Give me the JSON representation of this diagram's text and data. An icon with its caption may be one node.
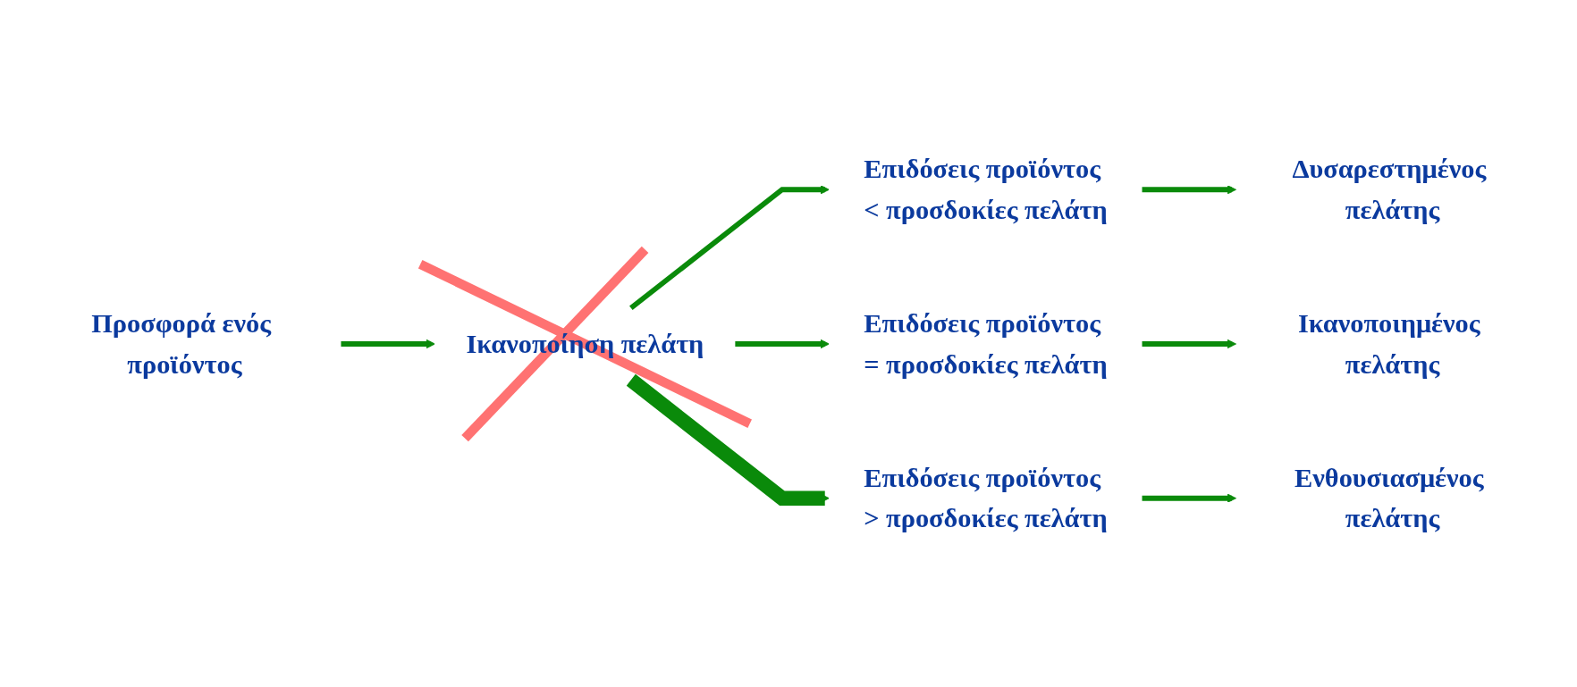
{
  "diagram": {
    "nodes": [
      {
        "text": [
          "Προσφορά ενός προϊόντος"
        ]
      },
      {
        "text": [
          "Ικανοποίηση πελάτη"
        ]
      },
      {
        "text": [
          "Επιδόσεις προϊόντος < προσδοκίες πελάτη"
        ]
      },
      {
        "text": [
          "Δυσαρεστημένος πελάτης"
        ]
      },
      {
        "text": [
          "Επιδόσεις προϊόντος = προσδοκίες πελάτη"
        ]
      },
      {
        "text": [
          "Ικανοποιημένος πελάτης"
        ]
      },
      {
        "text": [
          "Επιδόσεις προϊόντος > προσδοκίες πελάτη"
        ]
      },
      {
        "text": [
          "Ενθουσιασμένος πελάτης"
        ]
      }
    ],
    "edges": [
      {
        "from": 0,
        "to": 1,
        "arrow": "to"
      },
      {
        "from": 1,
        "to": 2,
        "arrow": "to"
      },
      {
        "from": 1,
        "to": 4,
        "arrow": "to"
      },
      {
        "from": 1,
        "to": 6,
        "arrow": "to",
        "style": "thick"
      },
      {
        "from": 2,
        "to": 3,
        "arrow": "to"
      },
      {
        "from": 4,
        "to": 5,
        "arrow": "to"
      },
      {
        "from": 6,
        "to": 7,
        "arrow": "to"
      }
    ]
  }
}
